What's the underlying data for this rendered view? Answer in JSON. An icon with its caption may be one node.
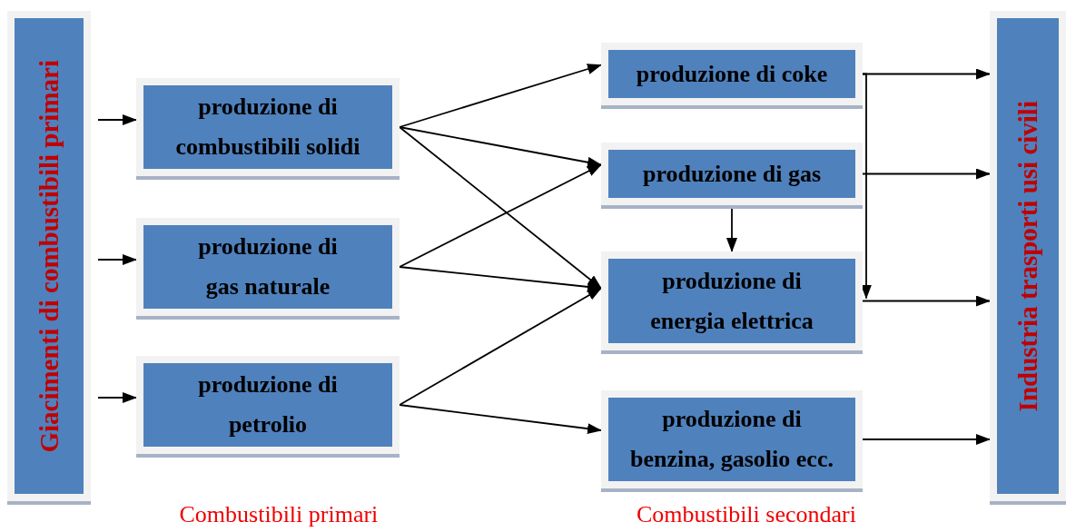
{
  "diagram": {
    "nodes": [
      {
        "text": [
          "Giacimenti di combustibili primari"
        ]
      },
      {
        "text": [
          "produzione di combustibili solidi"
        ]
      },
      {
        "text": [
          "produzione di gas naturale"
        ]
      },
      {
        "text": [
          "produzione di petrolio"
        ]
      },
      {
        "text": [
          "produzione di coke"
        ]
      },
      {
        "text": [
          "produzione di gas"
        ]
      },
      {
        "text": [
          "produzione di energia elettrica"
        ]
      },
      {
        "text": [
          "produzione di benzina, gasolio ecc."
        ]
      },
      {
        "text": [
          "Industria trasporti usi civili"
        ]
      }
    ],
    "edges": [
      {
        "from": 0,
        "to": 1,
        "arrow": "to"
      },
      {
        "from": 0,
        "to": 2,
        "arrow": "to"
      },
      {
        "from": 0,
        "to": 3,
        "arrow": "to"
      },
      {
        "from": 1,
        "to": 4,
        "arrow": "to"
      },
      {
        "from": 1,
        "to": 5,
        "arrow": "to"
      },
      {
        "from": 1,
        "to": 6,
        "arrow": "to"
      },
      {
        "from": 2,
        "to": 5,
        "arrow": "to"
      },
      {
        "from": 2,
        "to": 6,
        "arrow": "to"
      },
      {
        "from": 3,
        "to": 6,
        "arrow": "to"
      },
      {
        "from": 3,
        "to": 7,
        "arrow": "to"
      },
      {
        "from": 5,
        "to": 6,
        "arrow": "to"
      },
      {
        "from": 4,
        "to": 6,
        "arrow": "to"
      },
      {
        "from": 4,
        "to": 8,
        "arrow": "to"
      },
      {
        "from": 5,
        "to": 8,
        "arrow": "to"
      },
      {
        "from": 6,
        "to": 8,
        "arrow": "to"
      },
      {
        "from": 7,
        "to": 8,
        "arrow": "to"
      }
    ],
    "labels": [
      "Combustibili primari",
      "Combustibili secondari"
    ]
  }
}
